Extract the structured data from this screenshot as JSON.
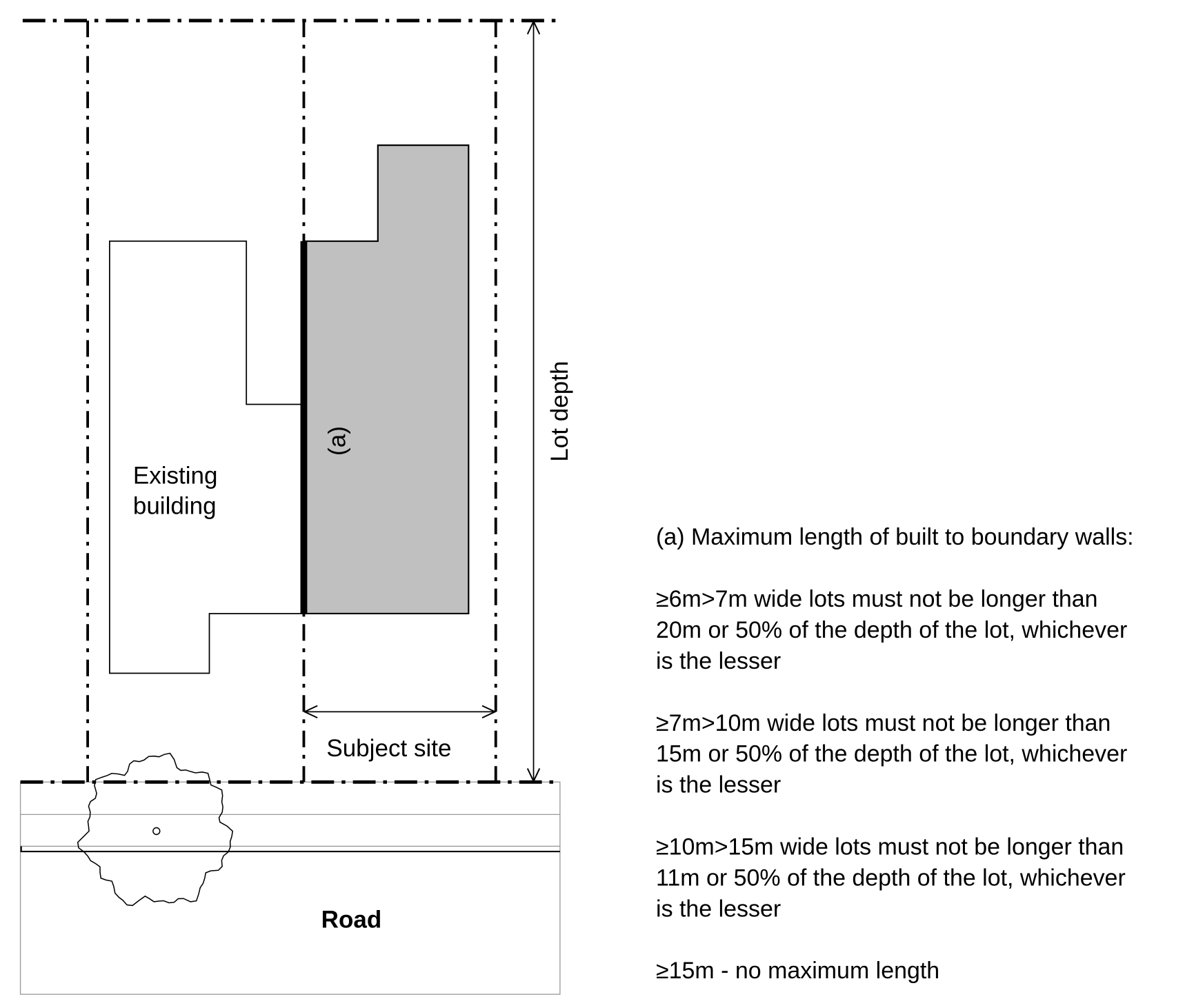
{
  "diagram": {
    "existing_building_label": [
      "Existing",
      "building"
    ],
    "wall_label": "(a)",
    "lot_depth_label": "Lot depth",
    "subject_site_label": "Subject site",
    "road_label": "Road"
  },
  "notes": {
    "heading": "(a) Maximum length of built to boundary walls:",
    "rule1": [
      "≥6m>7m wide lots must not be longer than",
      "20m or 50% of the depth of the lot, whichever",
      "is the lesser"
    ],
    "rule2": [
      "≥7m>10m wide lots must not be longer than",
      "15m or 50% of the depth of the lot, whichever",
      "is the lesser"
    ],
    "rule3": [
      "≥10m>15m wide lots must not be longer than",
      "11m or 50% of the depth of the lot, whichever",
      "is the lesser"
    ],
    "rule4": "≥15m - no maximum length"
  },
  "colors": {
    "proposed_building": "#c0c0c0",
    "road_lines": "#999999"
  }
}
